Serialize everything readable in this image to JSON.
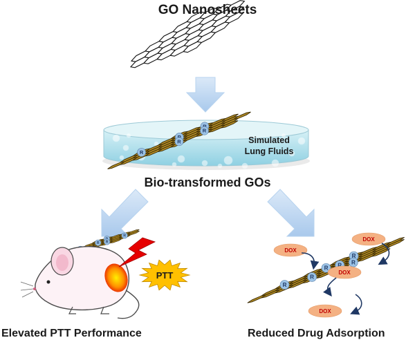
{
  "title": "GO Nanosheets",
  "middle_label": "Bio-transformed GOs",
  "dish_label_line1": "Simulated",
  "dish_label_line2": "Lung Fluids",
  "left_label": "Elevated PTT Performance",
  "right_label": "Reduced Drug Adsorption",
  "ptt_label": "PTT",
  "residue_letter": "R",
  "drug_label": "DOX",
  "colors": {
    "sheet_fill": "#b08a24",
    "sheet_stroke": "#3a2a05",
    "residue": "#9cc3e6",
    "arrow": "#c5dcf2",
    "liquid": "#bfe6ef",
    "dox": "#f4b183",
    "dox_text": "#c00000",
    "lightning": "#e60000",
    "burst": "#ffc000"
  }
}
